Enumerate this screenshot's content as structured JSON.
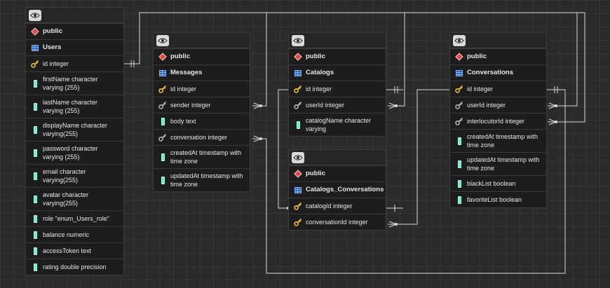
{
  "tables": [
    {
      "schema": "public",
      "name": "Users",
      "columns": [
        {
          "text": "id integer",
          "key": "pk"
        },
        {
          "text": "firstName character varying (255)",
          "key": "col"
        },
        {
          "text": "lastName character varying (255)",
          "key": "col"
        },
        {
          "text": "displayName character varying(255)",
          "key": "col"
        },
        {
          "text": "password character varying (255)",
          "key": "col"
        },
        {
          "text": "email character varying(255)",
          "key": "col"
        },
        {
          "text": "avatar character varying(255)",
          "key": "col"
        },
        {
          "text": "role \"enum_Users_role\"",
          "key": "col"
        },
        {
          "text": "balance numeric",
          "key": "col"
        },
        {
          "text": "accessToken text",
          "key": "col"
        },
        {
          "text": "rating double precision",
          "key": "col"
        }
      ]
    },
    {
      "schema": "public",
      "name": "Messages",
      "columns": [
        {
          "text": "id integer",
          "key": "pk"
        },
        {
          "text": "sender integer",
          "key": "fk"
        },
        {
          "text": "body text",
          "key": "col"
        },
        {
          "text": "conversation integer",
          "key": "fk"
        },
        {
          "text": "createdAt timestamp with time zone",
          "key": "col"
        },
        {
          "text": "updatedAt timestamp with time zone",
          "key": "col"
        }
      ]
    },
    {
      "schema": "public",
      "name": "Catalogs",
      "columns": [
        {
          "text": "id integer",
          "key": "pk"
        },
        {
          "text": "userId integer",
          "key": "fk"
        },
        {
          "text": "catalogName character varying",
          "key": "col"
        }
      ]
    },
    {
      "schema": "public",
      "name": "Catalogs_Conversations",
      "columns": [
        {
          "text": "catalogId integer",
          "key": "pk"
        },
        {
          "text": "conversationId integer",
          "key": "pk"
        }
      ]
    },
    {
      "schema": "public",
      "name": "Conversations",
      "columns": [
        {
          "text": "id integer",
          "key": "pk"
        },
        {
          "text": "userId integer",
          "key": "fk"
        },
        {
          "text": "interlocutorId integer",
          "key": "fk"
        },
        {
          "text": "createdAt timestamp with time zone",
          "key": "col"
        },
        {
          "text": "updatedAt timestamp with time zone",
          "key": "col"
        },
        {
          "text": "blackList boolean",
          "key": "col"
        },
        {
          "text": "favoriteList boolean",
          "key": "col"
        }
      ]
    }
  ],
  "colors": {
    "background": "#2b2b2b",
    "grid": "#363636",
    "table_body": "#1d1d1d",
    "text": "#e8e8e8",
    "link": "#d8d8d8",
    "pk_key": "#f2c12e",
    "fk_key": "#b5b5b5",
    "column": "#5ff0cf",
    "schema": "#e24545",
    "table_icon": "#7fb3ff"
  }
}
